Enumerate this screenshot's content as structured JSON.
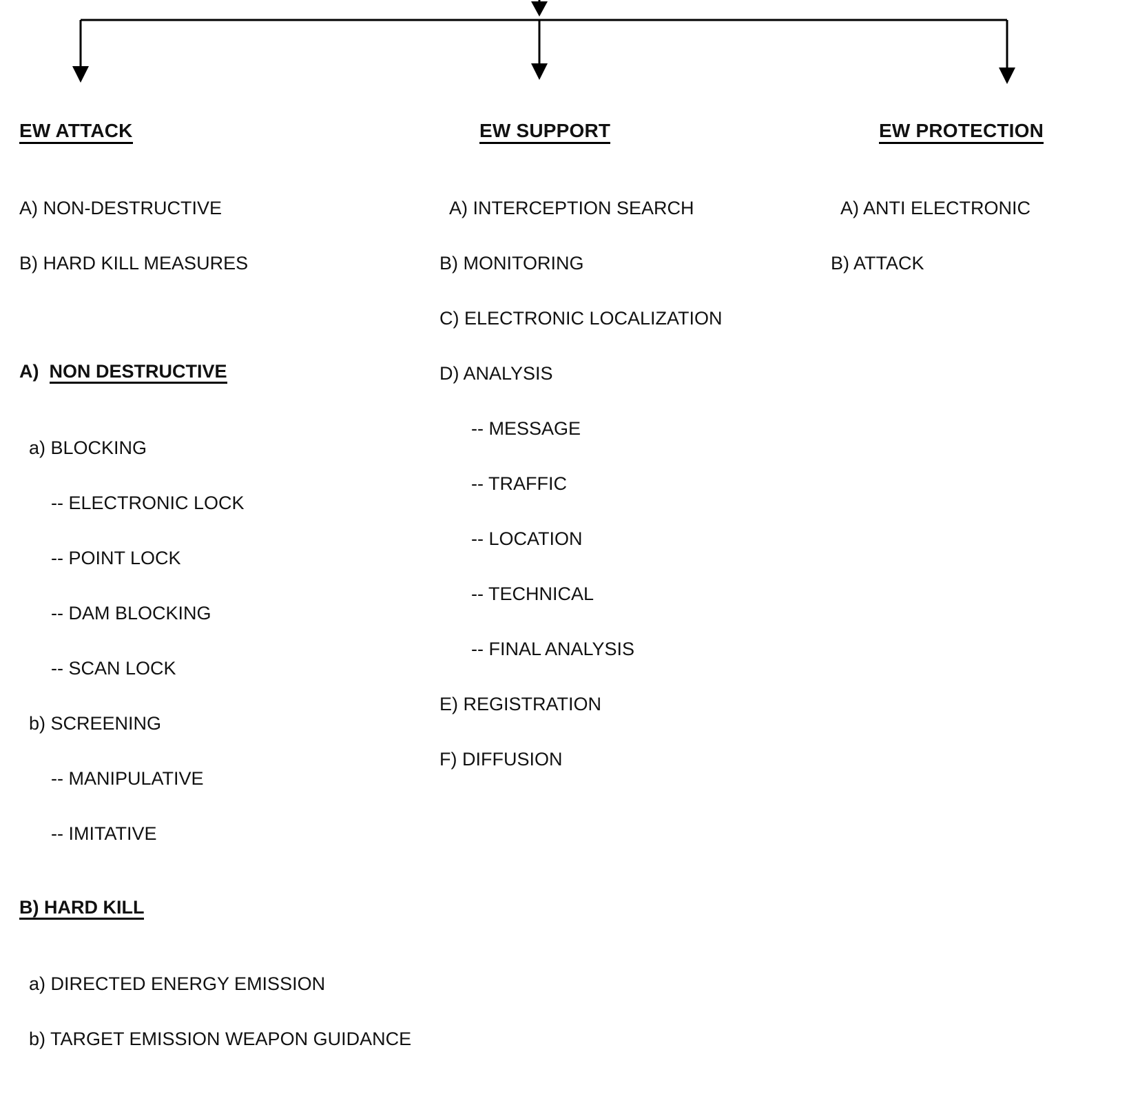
{
  "diagram": {
    "type": "hierarchy-tree",
    "orientation": "top-down",
    "connector": {
      "incoming_arrow": "down-arrow-from-parent",
      "branch_count": 3,
      "line_color": "#000000"
    },
    "columns": [
      {
        "id": "ew-attack",
        "heading": "EW ATTACK",
        "heading_bold": true,
        "heading_underlined": true,
        "items": [
          {
            "text": "A) NON-DESTRUCTIVE",
            "level": 0,
            "bold": false,
            "underline": false
          },
          {
            "text": "B) HARD KILL MEASURES",
            "level": 0,
            "bold": false,
            "underline": false
          }
        ],
        "sections": [
          {
            "prefix": "A)",
            "title": "NON DESTRUCTIVE",
            "prefix_bold": true,
            "title_bold": true,
            "title_underlined": true,
            "children": [
              {
                "text": "a) BLOCKING",
                "level": 1
              },
              {
                "text": "-- ELECTRONIC LOCK",
                "level": 2
              },
              {
                "text": "-- POINT LOCK",
                "level": 2
              },
              {
                "text": "-- DAM BLOCKING",
                "level": 2
              },
              {
                "text": "-- SCAN LOCK",
                "level": 2
              },
              {
                "text": "b) SCREENING",
                "level": 1
              },
              {
                "text": "-- MANIPULATIVE",
                "level": 2
              },
              {
                "text": "-- IMITATIVE",
                "level": 2
              }
            ]
          },
          {
            "prefix": "",
            "title": "B) HARD KILL",
            "prefix_bold": true,
            "title_bold": true,
            "title_underlined": true,
            "children": [
              {
                "text": "a) DIRECTED ENERGY EMISSION",
                "level": 1
              },
              {
                "text": "b) TARGET EMISSION WEAPON GUIDANCE",
                "level": 1
              }
            ]
          }
        ]
      },
      {
        "id": "ew-support",
        "heading": "EW SUPPORT",
        "heading_bold": true,
        "heading_underlined": true,
        "items": [
          {
            "text": "A) INTERCEPTION SEARCH",
            "level": 0
          },
          {
            "text": "B) MONITORING",
            "level": 0
          },
          {
            "text": "C) ELECTRONIC LOCALIZATION",
            "level": 0
          },
          {
            "text": "D) ANALYSIS",
            "level": 0
          },
          {
            "text": "-- MESSAGE",
            "level": 1
          },
          {
            "text": "-- TRAFFIC",
            "level": 1
          },
          {
            "text": "-- LOCATION",
            "level": 1
          },
          {
            "text": "-- TECHNICAL",
            "level": 1
          },
          {
            "text": "-- FINAL ANALYSIS",
            "level": 1
          },
          {
            "text": "E) REGISTRATION",
            "level": 0
          },
          {
            "text": "F) DIFFUSION",
            "level": 0
          }
        ]
      },
      {
        "id": "ew-protection",
        "heading": "EW PROTECTION",
        "heading_bold": true,
        "heading_underlined": true,
        "items": [
          {
            "text": "A) ANTI ELECTRONIC",
            "level": 0
          },
          {
            "text": "B) ATTACK",
            "level": 0
          }
        ]
      }
    ]
  },
  "attack": {
    "heading": "EW ATTACK",
    "item_a": "A) NON-DESTRUCTIVE",
    "item_b": "B) HARD KILL MEASURES",
    "section_a_prefix": "A)",
    "section_a_title": "NON DESTRUCTIVE",
    "sub_a_blocking": "a) BLOCKING",
    "sub_electronic_lock": "-- ELECTRONIC LOCK",
    "sub_point_lock": "-- POINT LOCK",
    "sub_dam_blocking": "-- DAM BLOCKING",
    "sub_scan_lock": "-- SCAN LOCK",
    "sub_b_screening": "b) SCREENING",
    "sub_manipulative": "-- MANIPULATIVE",
    "sub_imitative": "-- IMITATIVE",
    "section_b_title": "B) HARD KILL",
    "sub_directed_energy": "a) DIRECTED ENERGY EMISSION",
    "sub_target_emission": "b) TARGET EMISSION WEAPON GUIDANCE"
  },
  "support": {
    "heading": "EW SUPPORT",
    "item_a": "A) INTERCEPTION SEARCH",
    "item_b": "B) MONITORING",
    "item_c": "C) ELECTRONIC LOCALIZATION",
    "item_d": "D) ANALYSIS",
    "sub_message": "-- MESSAGE",
    "sub_traffic": "-- TRAFFIC",
    "sub_location": "-- LOCATION",
    "sub_technical": "-- TECHNICAL",
    "sub_final_analysis": "-- FINAL ANALYSIS",
    "item_e": "E) REGISTRATION",
    "item_f": "F) DIFFUSION"
  },
  "protection": {
    "heading": "EW PROTECTION",
    "item_a": "A) ANTI ELECTRONIC",
    "item_b": "B) ATTACK"
  },
  "colors": {
    "text": "#111111",
    "line": "#000000",
    "background": "#ffffff"
  }
}
